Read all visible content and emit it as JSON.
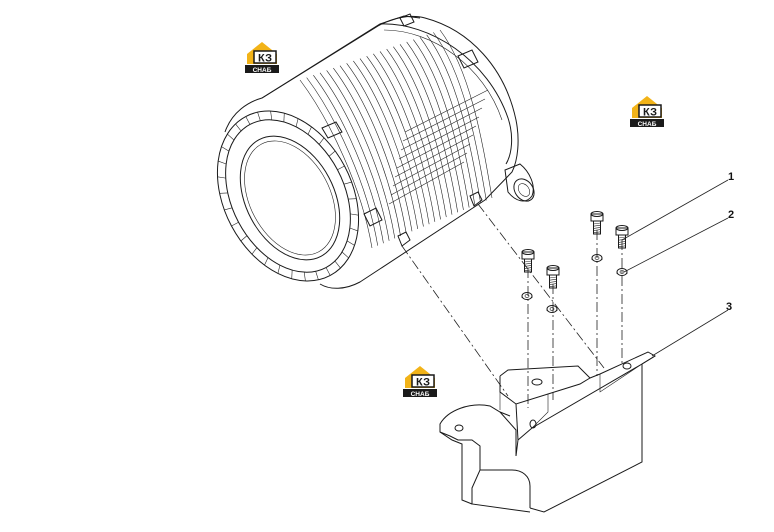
{
  "callouts": [
    {
      "id": "1",
      "label": "1"
    },
    {
      "id": "2",
      "label": "2"
    },
    {
      "id": "3",
      "label": "3"
    }
  ],
  "watermark": {
    "logo_main": "КЗ",
    "logo_sub": "СНАБ",
    "brand_color": "#f2b318",
    "badge_color": "#1a1a1a"
  },
  "parts": [
    {
      "id": "air-filter",
      "icon": "air-filter-housing"
    },
    {
      "id": "bolt",
      "icon": "bolt"
    },
    {
      "id": "washer",
      "icon": "washer"
    },
    {
      "id": "bracket",
      "icon": "mounting-bracket"
    }
  ]
}
